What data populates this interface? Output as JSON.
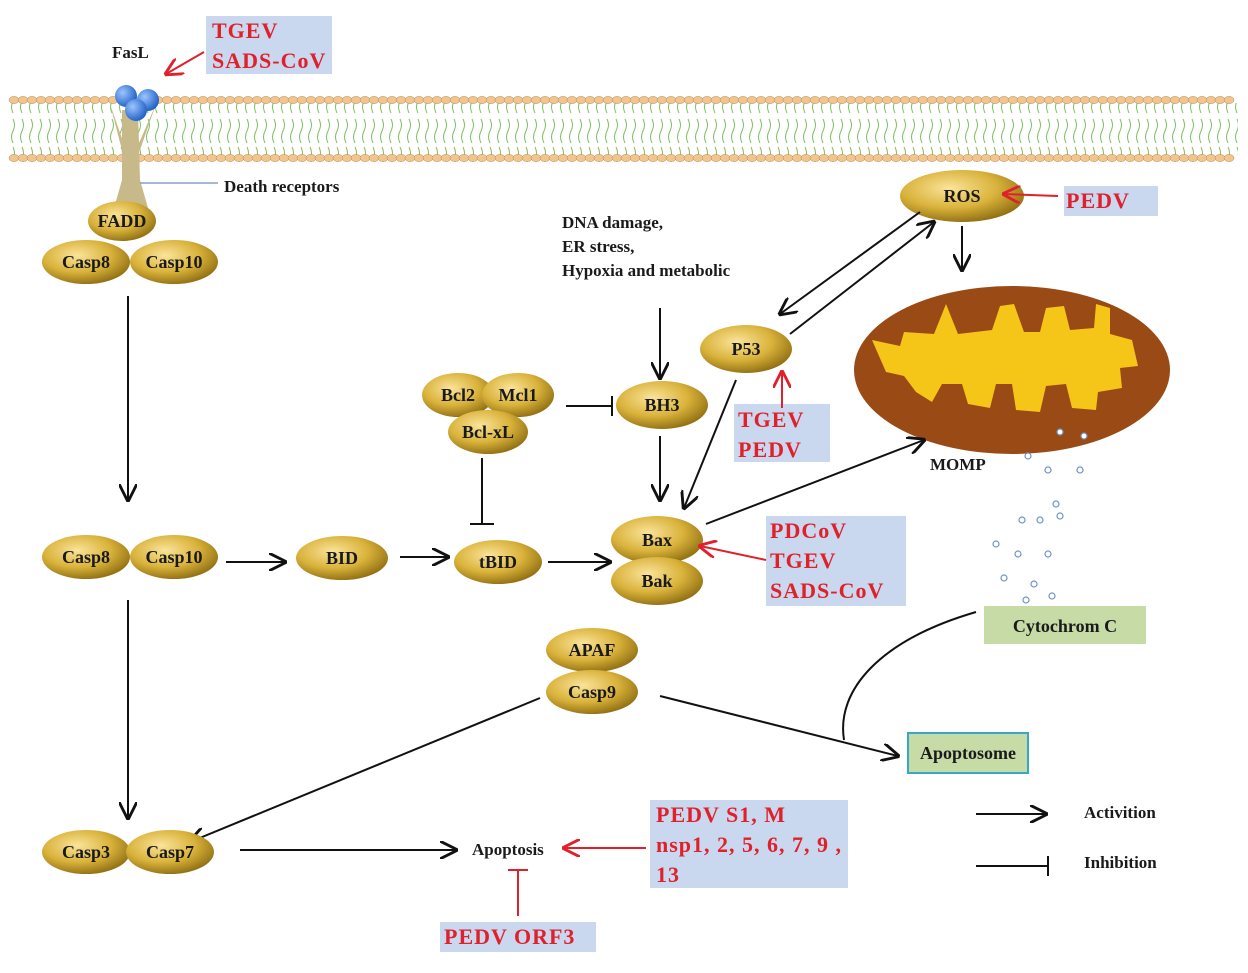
{
  "nodes": {
    "fasl": "FasL",
    "death_receptors": "Death receptors",
    "fadd": "FADD",
    "casp8_top": "Casp8",
    "casp10_top": "Casp10",
    "casp8_mid": "Casp8",
    "casp10_mid": "Casp10",
    "bid": "BID",
    "tbid": "tBID",
    "bcl2": "Bcl2",
    "mcl1": "Mcl1",
    "bclxl": "Bcl-xL",
    "bh3": "BH3",
    "p53": "P53",
    "ros": "ROS",
    "bax": "Bax",
    "bak": "Bak",
    "apaf": "APAF",
    "casp9": "Casp9",
    "casp3": "Casp3",
    "casp7": "Casp7",
    "apoptosis": "Apoptosis",
    "apoptosome": "Apoptosome",
    "cytochrome": "Cytochrom C",
    "momp": "MOMP"
  },
  "stress_text": [
    "DNA damage,",
    "ER stress,",
    "Hypoxia and metabolic"
  ],
  "virus_boxes": {
    "fasl_viruses": [
      "TGEV",
      "SADS-CoV"
    ],
    "ros_viruses": [
      "PEDV"
    ],
    "p53_viruses": [
      "TGEV",
      "PEDV"
    ],
    "bax_viruses": [
      "PDCoV",
      "TGEV",
      "SADS-CoV"
    ],
    "apoptosis_viruses": [
      "PEDV S1, M",
      "nsp1, 2, 5, 6, 7, 9 ,",
      "13"
    ],
    "orf3": [
      "PEDV ORF3"
    ]
  },
  "legend": {
    "activation": "Activition",
    "inhibition": "Inhibition"
  },
  "colors": {
    "node_gold": "#d9b23a",
    "virus_red": "#e0202a",
    "virus_box": "#c9d8ee",
    "green_box": "#c6dba6",
    "mito_brown": "#9a4a14",
    "mito_yellow": "#f5c517",
    "membrane_orange": "#f2c48e",
    "receptor_tan": "#c8b98a",
    "fasl_blue": "#3a78d6"
  }
}
